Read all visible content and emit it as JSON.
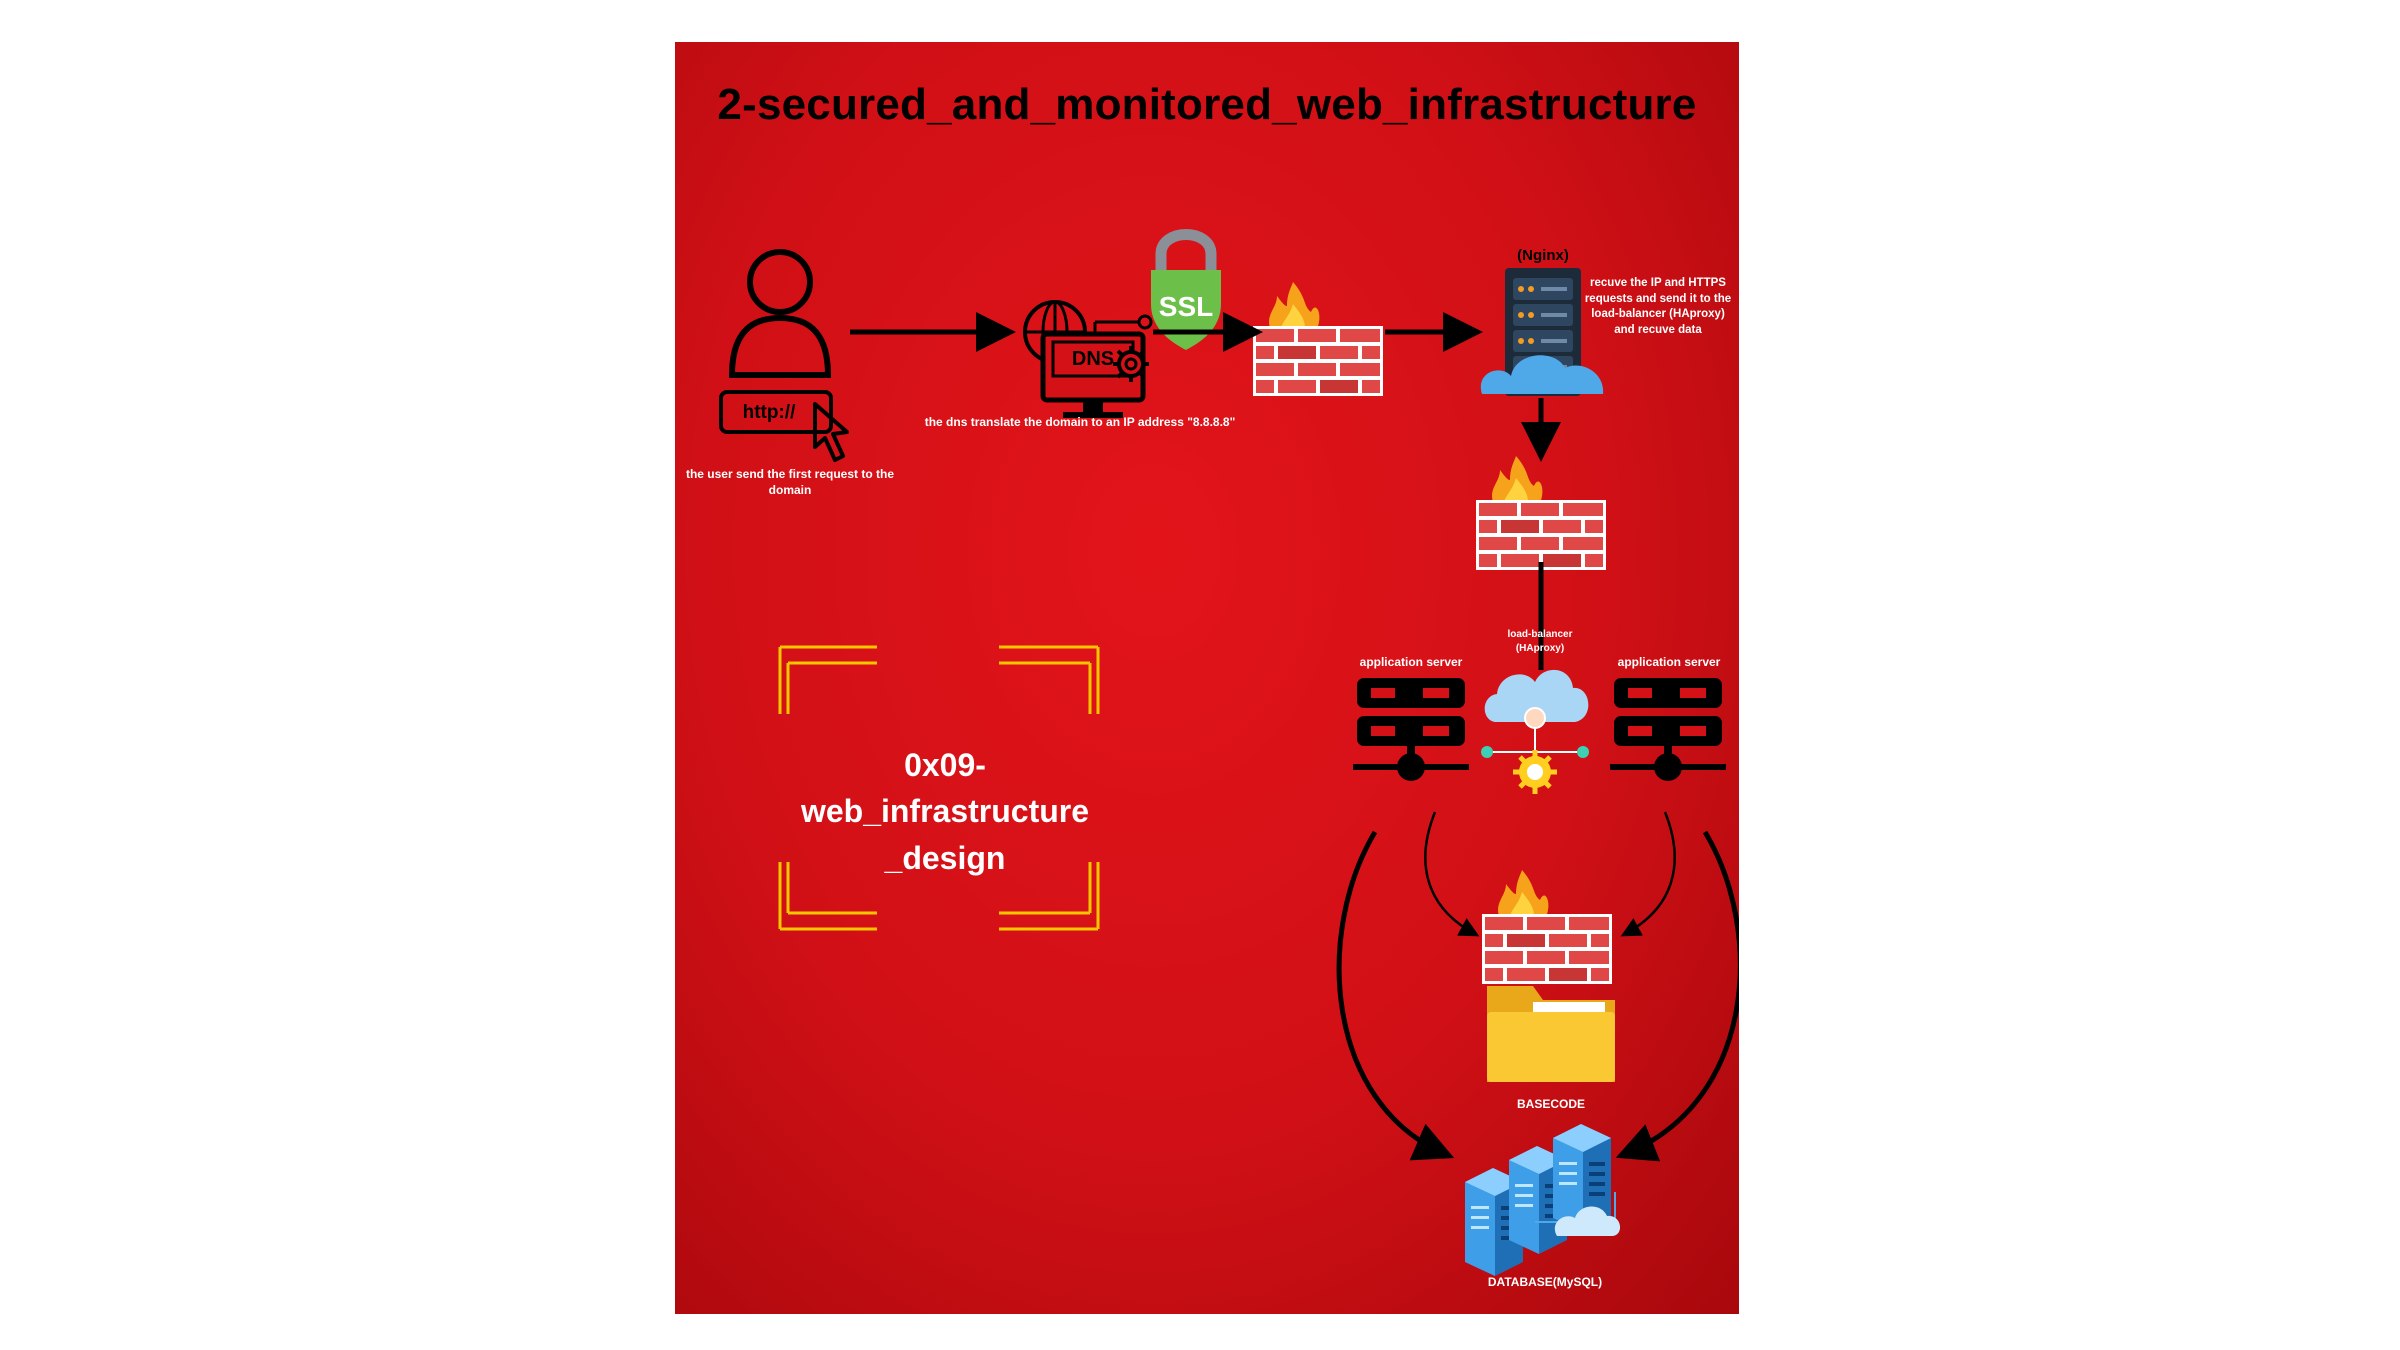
{
  "title": "2-secured_and_monitored_web_infrastructure",
  "project_name": "0x09-\nweb_infrastructure\n_design",
  "nodes": {
    "user": {
      "url_text": "http://",
      "caption": "the user send the first request to the domain"
    },
    "dns": {
      "label": "DNS",
      "caption": "the dns translate the domain to an IP address \"8.8.8.8\""
    },
    "ssl": {
      "label": "SSL"
    },
    "nginx": {
      "label": "(Nginx)",
      "caption": "recuve the IP and HTTPS requests and send it to the load-balancer (HAproxy) and recuve data"
    },
    "load_balancer": {
      "label": "load-balancer (HAproxy)"
    },
    "app_server_left": {
      "label": "application server"
    },
    "app_server_right": {
      "label": "application server"
    },
    "basecode": {
      "label": "BASECODE"
    },
    "database": {
      "label": "DATABASE(MySQL)"
    }
  },
  "colors": {
    "background": "#d31117",
    "title": "#000000",
    "text": "#ffffff",
    "ssl_badge": "#6cc04a",
    "firewall_brick": "#e04848",
    "frame": "#f7c600",
    "folder": "#f9c832",
    "cloud": "#4fa8e8"
  }
}
